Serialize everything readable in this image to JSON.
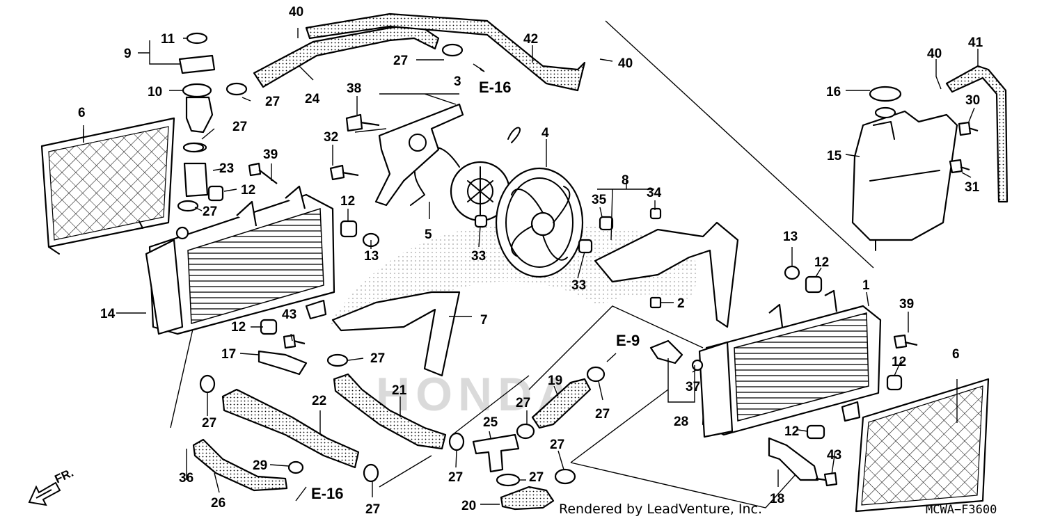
{
  "labels": {
    "p1": "1",
    "p2": "2",
    "p3": "3",
    "p4": "4",
    "p5": "5",
    "p6a": "6",
    "p6b": "6",
    "p7": "7",
    "p8": "8",
    "p9": "9",
    "p10": "10",
    "p11": "11",
    "p12a": "12",
    "p12b": "12",
    "p12c": "12",
    "p12d": "12",
    "p12e": "12",
    "p12f": "12",
    "p13a": "13",
    "p13b": "13",
    "p14": "14",
    "p15": "15",
    "p16": "16",
    "p17": "17",
    "p18": "18",
    "p19": "19",
    "p20": "20",
    "p21": "21",
    "p22": "22",
    "p23": "23",
    "p24": "24",
    "p25": "25",
    "p26": "26",
    "p27a": "27",
    "p27b": "27",
    "p27c": "27",
    "p27d": "27",
    "p27e": "27",
    "p27f": "27",
    "p27g": "27",
    "p27h": "27",
    "p27i": "27",
    "p27j": "27",
    "p27k": "27",
    "p27l": "27",
    "p28": "28",
    "p29": "29",
    "p30": "30",
    "p31": "31",
    "p32": "32",
    "p33a": "33",
    "p33b": "33",
    "p34": "34",
    "p35": "35",
    "p36": "36",
    "p37": "37",
    "p38": "38",
    "p39a": "39",
    "p39b": "39",
    "p40a": "40",
    "p40b": "40",
    "p40c": "40",
    "p41": "41",
    "p42": "42",
    "p43a": "43",
    "p43b": "43"
  },
  "refs": {
    "e16_top": "E-16",
    "e16_bottom": "E-16",
    "e9": "E-9"
  },
  "direction": "FR.",
  "watermark": "HONDA",
  "footer": {
    "rendered_by": "Rendered by LeadVenture, Inc.",
    "diagram_code": "MCWA−F3600"
  },
  "icons": {
    "front_arrow": "front-direction-arrow-icon"
  }
}
